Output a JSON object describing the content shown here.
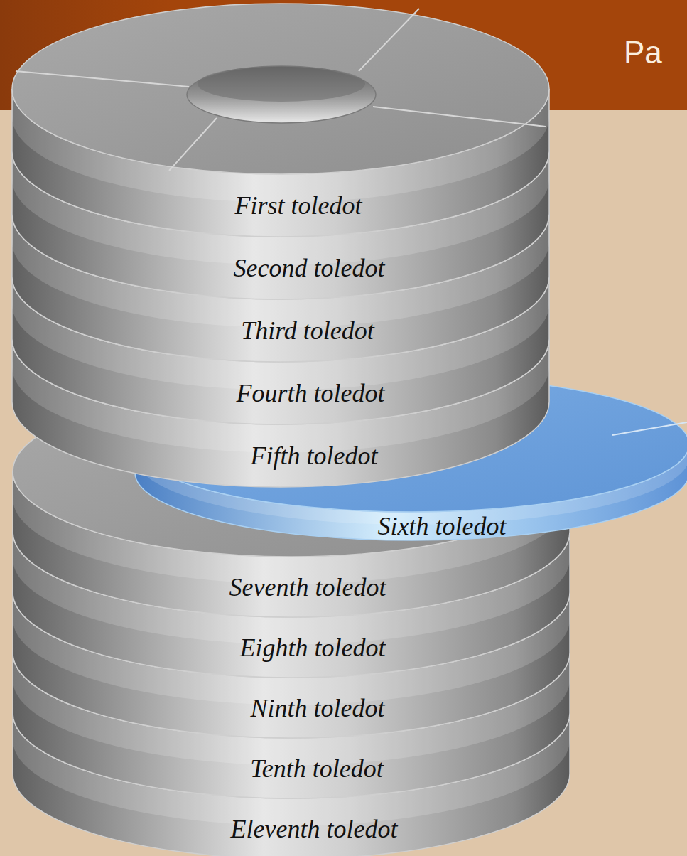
{
  "diagram": {
    "title": "Pa",
    "nodes": [
      {
        "text": [
          "First toledot"
        ]
      },
      {
        "text": [
          "Second toledot"
        ]
      },
      {
        "text": [
          "Third toledot"
        ]
      },
      {
        "text": [
          "Fourth toledot"
        ]
      },
      {
        "text": [
          "Fifth toledot"
        ]
      },
      {
        "text": [
          "Sixth toledot"
        ]
      },
      {
        "text": [
          "Seventh toledot"
        ]
      },
      {
        "text": [
          "Eighth toledot"
        ]
      },
      {
        "text": [
          "Ninth toledot"
        ]
      },
      {
        "text": [
          "Tenth toledot"
        ]
      },
      {
        "text": [
          "Eleventh toledot"
        ]
      }
    ]
  }
}
